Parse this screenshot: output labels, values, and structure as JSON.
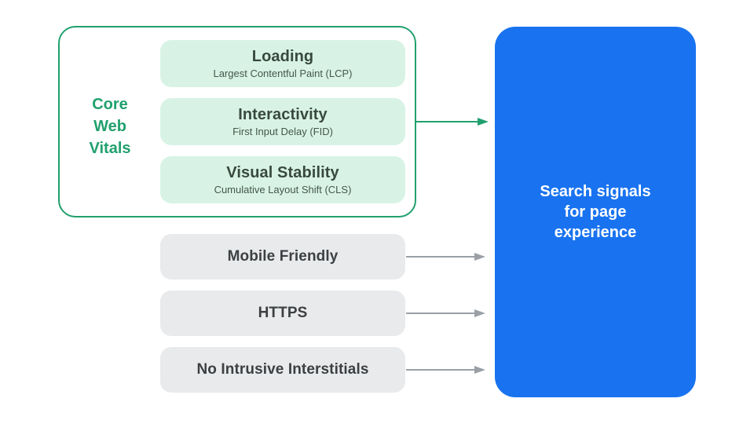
{
  "colors": {
    "green": "#21A06E",
    "green_light": "#D8F3E5",
    "gray_box": "#E9EAEB",
    "gray_arrow": "#9AA0A6",
    "blue": "#1973F0",
    "dark_text": "#3C4043",
    "white": "#FFFFFF"
  },
  "core_web_vitals": {
    "label_lines": [
      "Core",
      "Web",
      "Vitals"
    ],
    "items": [
      {
        "title": "Loading",
        "subtitle": "Largest Contentful Paint (LCP)"
      },
      {
        "title": "Interactivity",
        "subtitle": "First Input Delay (FID)"
      },
      {
        "title": "Visual Stability",
        "subtitle": "Cumulative Layout Shift (CLS)"
      }
    ]
  },
  "other_signals": {
    "items": [
      {
        "label": "Mobile Friendly"
      },
      {
        "label": "HTTPS"
      },
      {
        "label": "No Intrusive Interstitials"
      }
    ]
  },
  "result_box": {
    "lines": [
      "Search signals",
      "for page",
      "experience"
    ]
  }
}
